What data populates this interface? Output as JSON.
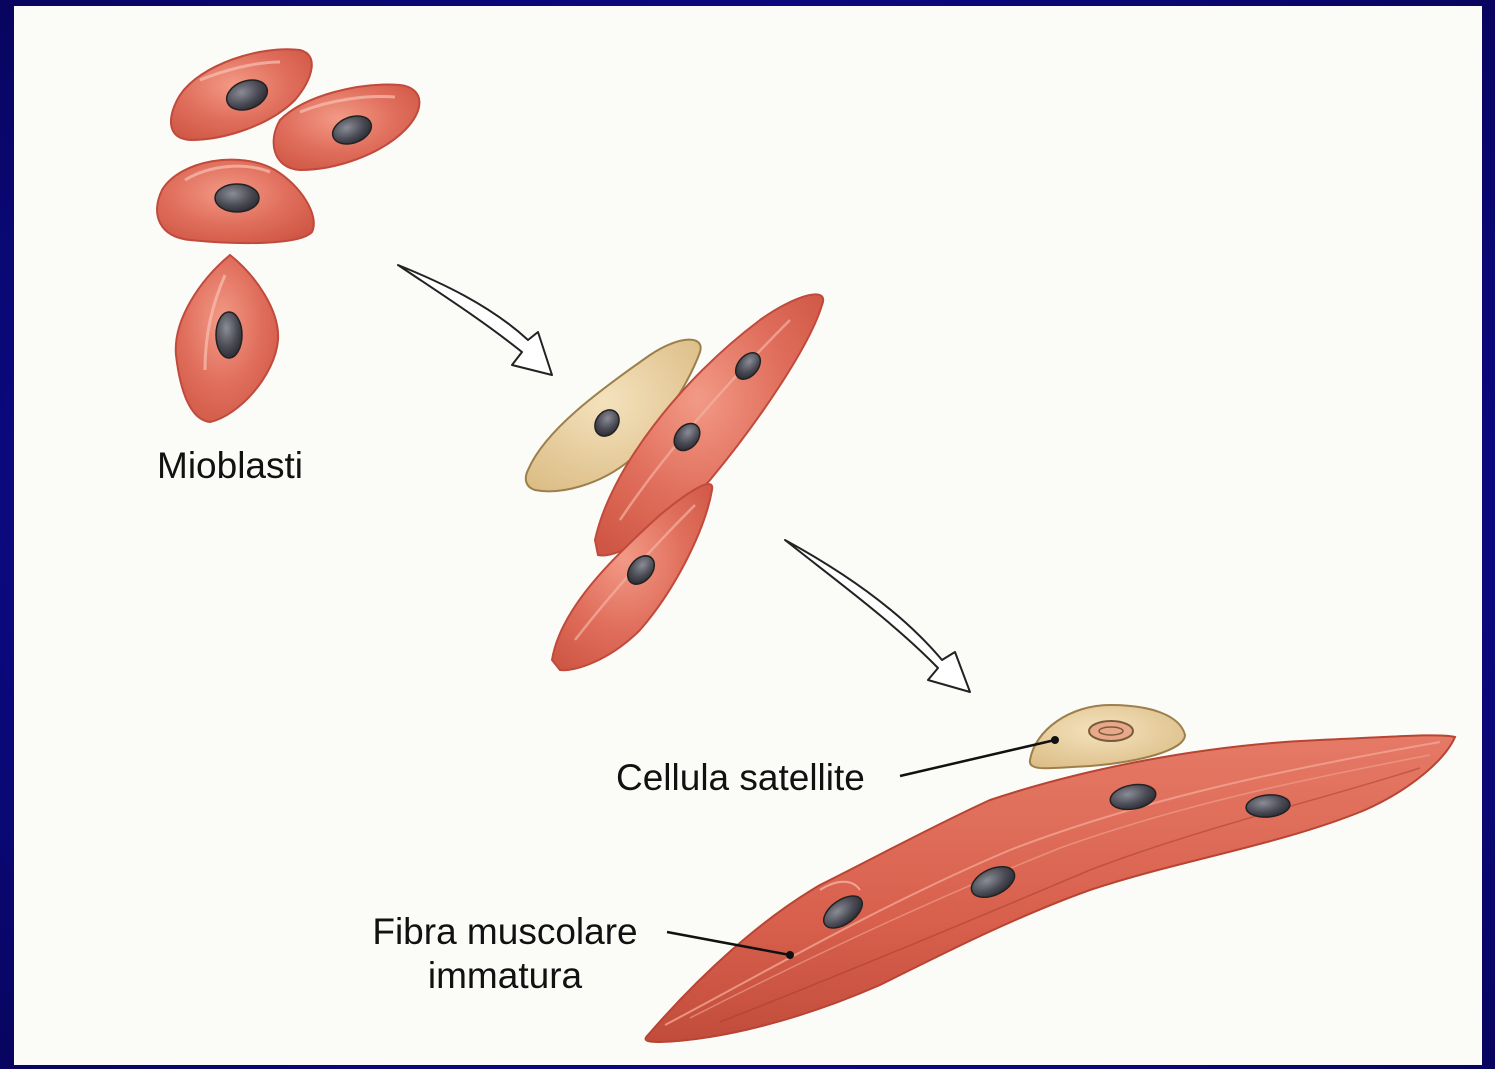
{
  "labels": {
    "myoblasts": "Mioblasti",
    "satellite_cell": "Cellula satellite",
    "immature_fiber_line1": "Fibra muscolare",
    "immature_fiber_line2": "immatura"
  },
  "colors": {
    "cell_fill": "#e0705e",
    "cell_stroke": "#c04a3c",
    "satellite_fill": "#ebd3a2",
    "nucleus": "#4a4a55",
    "slide_border": "#0d0b8a"
  }
}
